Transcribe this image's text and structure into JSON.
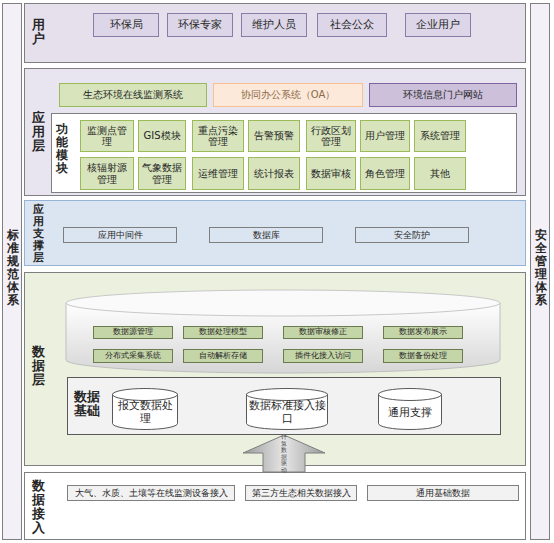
{
  "diagram": {
    "nodes": [
      {
        "text": [
          "用户"
        ]
      },
      {
        "text": [
          "环保局"
        ],
        "in": 0
      },
      {
        "text": [
          "环保专家"
        ],
        "in": 0
      },
      {
        "text": [
          "维护人员"
        ],
        "in": 0
      },
      {
        "text": [
          "社会公众"
        ],
        "in": 0
      },
      {
        "text": [
          "企业用户"
        ],
        "in": 0
      },
      {
        "text": [
          "应用层"
        ]
      },
      {
        "text": [
          "生态环境在线监测系统"
        ],
        "in": 6
      },
      {
        "text": [
          "协同办公系统（OA）"
        ],
        "in": 6
      },
      {
        "text": [
          "环境信息门户网站"
        ],
        "in": 6
      },
      {
        "text": [
          "功能模块"
        ],
        "in": 6
      },
      {
        "text": [
          "监测点管理"
        ],
        "in": 10
      },
      {
        "text": [
          "GIS模块"
        ],
        "in": 10
      },
      {
        "text": [
          "重点污染管理"
        ],
        "in": 10
      },
      {
        "text": [
          "告警预警"
        ],
        "in": 10
      },
      {
        "text": [
          "行政区划管理"
        ],
        "in": 10
      },
      {
        "text": [
          "用户管理"
        ],
        "in": 10
      },
      {
        "text": [
          "系统管理"
        ],
        "in": 10
      },
      {
        "text": [
          "核辐射源管理"
        ],
        "in": 10
      },
      {
        "text": [
          "气象数据管理"
        ],
        "in": 10
      },
      {
        "text": [
          "运维管理"
        ],
        "in": 10
      },
      {
        "text": [
          "统计报表"
        ],
        "in": 10
      },
      {
        "text": [
          "数据审核"
        ],
        "in": 10
      },
      {
        "text": [
          "角色管理"
        ],
        "in": 10
      },
      {
        "text": [
          "其他"
        ],
        "in": 10
      },
      {
        "text": [
          "应用支撑层"
        ]
      },
      {
        "text": [
          "应用中间件"
        ],
        "in": 25
      },
      {
        "text": [
          "数据库"
        ],
        "in": 25
      },
      {
        "text": [
          "安全防护"
        ],
        "in": 25
      },
      {
        "text": [
          "数据层"
        ]
      },
      {
        "text": [
          "数据源管理"
        ],
        "in": 29
      },
      {
        "text": [
          "数据处理模型"
        ],
        "in": 29
      },
      {
        "text": [
          "数据审核修正"
        ],
        "in": 29
      },
      {
        "text": [
          "数据发布展示"
        ],
        "in": 29
      },
      {
        "text": [
          "分布式采集系统"
        ],
        "in": 29
      },
      {
        "text": [
          "自动解析存储"
        ],
        "in": 29
      },
      {
        "text": [
          "插件化接入访问"
        ],
        "in": 29
      },
      {
        "text": [
          "数据备份处理"
        ],
        "in": 29
      },
      {
        "text": [
          "数据基础"
        ],
        "in": 29
      },
      {
        "text": [
          "报文数据处理"
        ],
        "in": 38
      },
      {
        "text": [
          "数据标准接入接口"
        ],
        "in": 38
      },
      {
        "text": [
          "通用支撑"
        ],
        "in": 38
      },
      {
        "text": [
          "数据接入"
        ]
      },
      {
        "text": [
          "大气、水质、土壤等在线监测设备接入"
        ],
        "in": 42
      },
      {
        "text": [
          "第三方生态相关数据接入"
        ],
        "in": 42
      },
      {
        "text": [
          "通用基础数据"
        ],
        "in": 42
      },
      {
        "text": [
          "标准规范体系"
        ]
      },
      {
        "text": [
          "安全管理体系"
        ]
      }
    ],
    "edges": [
      {
        "from": 42,
        "to": 38,
        "arrow": "to",
        "label": "计算数据驱动"
      }
    ]
  }
}
